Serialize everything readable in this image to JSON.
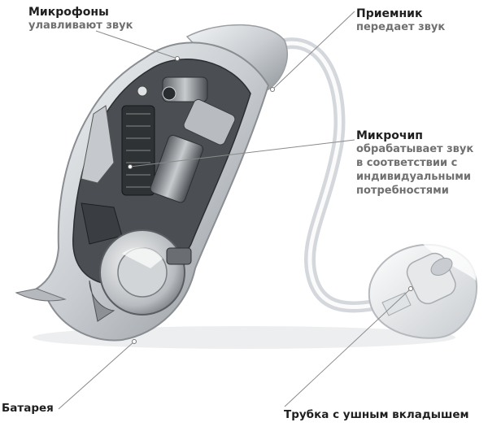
{
  "callouts": {
    "microphones": {
      "title": "Микрофоны",
      "desc": "улавливают звук"
    },
    "receiver": {
      "title": "Приемник",
      "desc": "передает звук"
    },
    "microchip": {
      "title": "Микрочип",
      "desc_lines": [
        "обрабатывает звук",
        "в соответствии с",
        "индивидуальными",
        "потребностями"
      ]
    },
    "battery": {
      "title": "Батарея"
    },
    "tube": {
      "title": "Трубка с ушным вкладышем"
    }
  },
  "colors": {
    "leader_line": "#8a8a8a",
    "title_text": "#1f1f1f",
    "desc_text": "#707070",
    "shell": "#d9dcdf",
    "metal_dark": "#3a3d40"
  }
}
